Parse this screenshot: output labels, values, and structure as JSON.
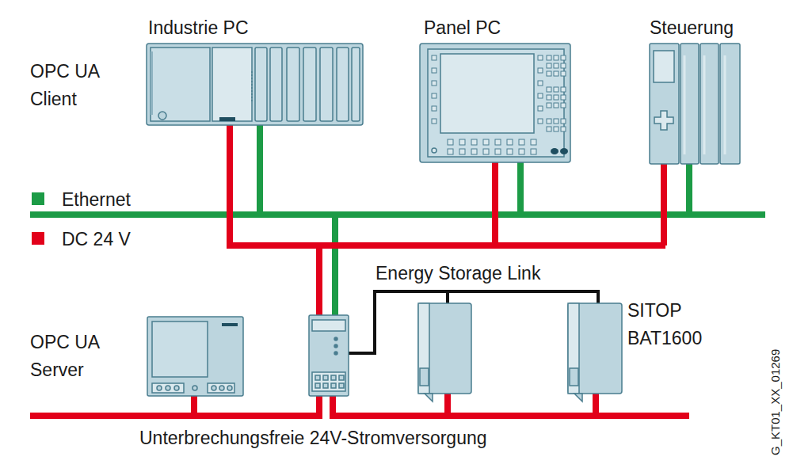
{
  "diagram": {
    "nodes": [
      {
        "text": [
          "Industrie PC"
        ]
      },
      {
        "text": [
          "Panel PC"
        ]
      },
      {
        "text": [
          "Steuerung"
        ]
      },
      {
        "text": [
          "SITOP BAT1600"
        ]
      }
    ],
    "labels": [
      "OPC UA Client",
      "Energy Storage Link",
      "OPC UA Server",
      "Unterbrechungsfreie 24V-Stromversorgung",
      "G_KT01_XX_01269"
    ],
    "legend": [
      {
        "text": "Ethernet",
        "color": "#1c9b46"
      },
      {
        "text": "DC 24 V",
        "color": "#e2001a"
      }
    ]
  }
}
